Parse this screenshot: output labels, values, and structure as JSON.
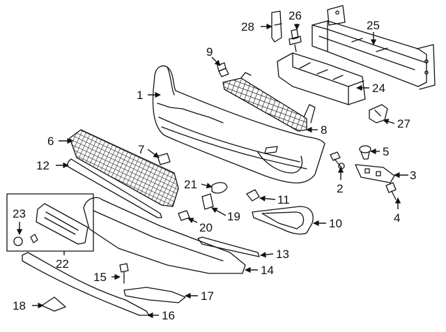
{
  "diagram": {
    "part_labels": {
      "p1": "1",
      "p2": "2",
      "p3": "3",
      "p4": "4",
      "p5": "5",
      "p6": "6",
      "p7": "7",
      "p8": "8",
      "p9": "9",
      "p10": "10",
      "p11": "11",
      "p12": "12",
      "p13": "13",
      "p14": "14",
      "p15": "15",
      "p16": "16",
      "p17": "17",
      "p18": "18",
      "p19": "19",
      "p20": "20",
      "p21": "21",
      "p22": "22",
      "p23": "23",
      "p24": "24",
      "p25": "25",
      "p26": "26",
      "p27": "27",
      "p28": "28"
    }
  }
}
